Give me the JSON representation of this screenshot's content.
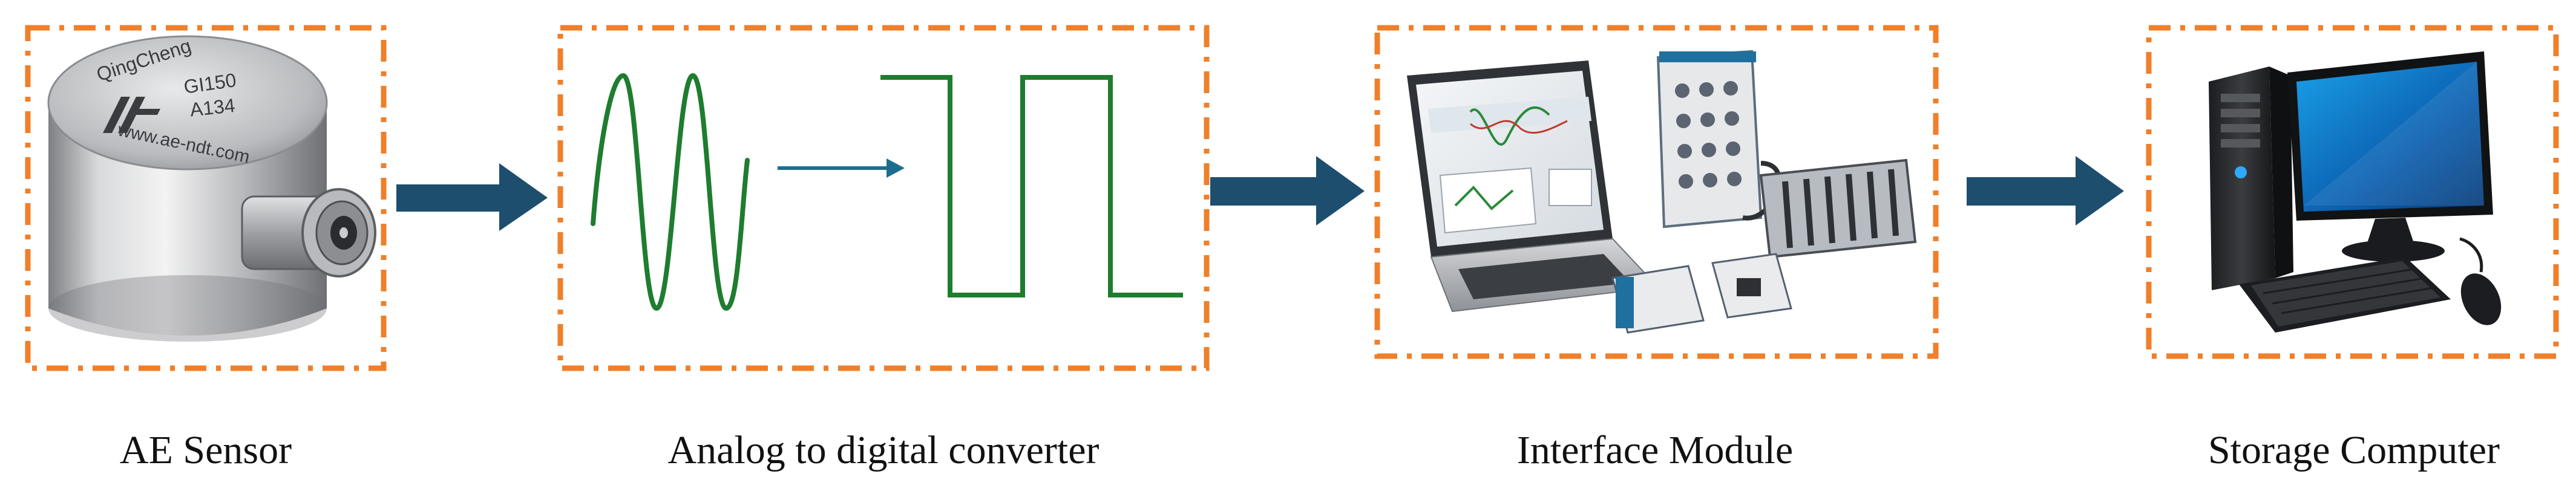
{
  "diagram": {
    "stages": [
      {
        "id": "ae-sensor",
        "label": "AE Sensor"
      },
      {
        "id": "adc",
        "label": "Analog to digital converter"
      },
      {
        "id": "interface",
        "label": "Interface Module"
      },
      {
        "id": "storage",
        "label": "Storage Computer"
      }
    ],
    "sensor_engraving": {
      "brand": "QingCheng",
      "model": "GI150",
      "serial": "A134",
      "url": "www.ae-ndt.com"
    },
    "colors": {
      "dashed_border": "#F07F2A",
      "arrow": "#1D4E6E",
      "signal": "#1E7D2E"
    }
  }
}
